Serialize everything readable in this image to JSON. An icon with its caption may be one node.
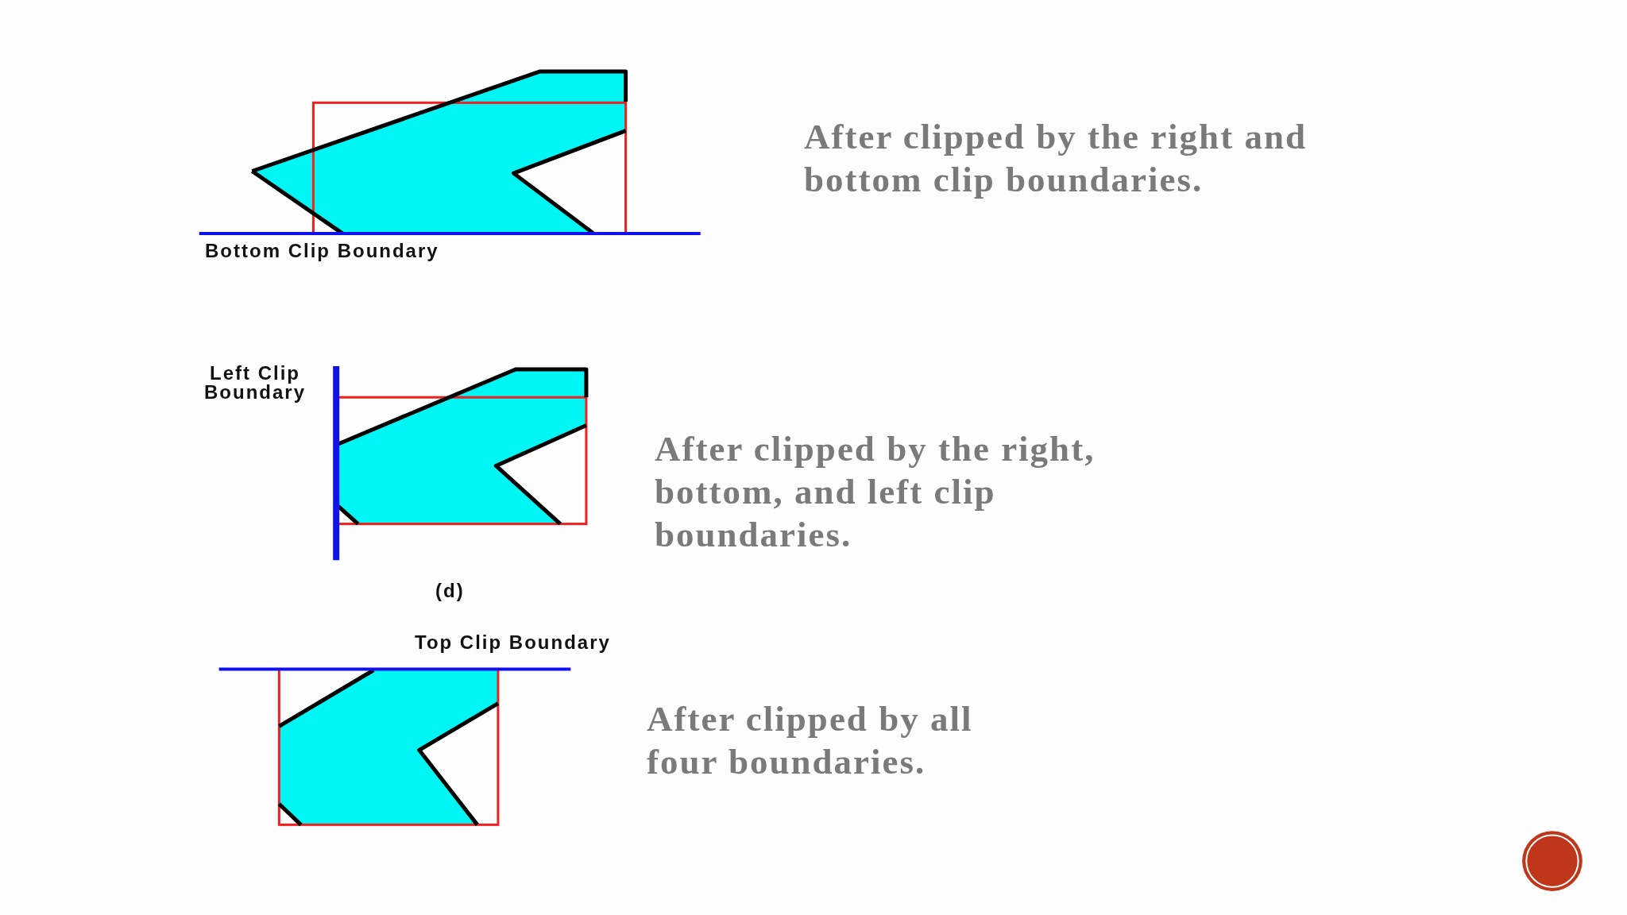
{
  "diagram": {
    "labels": [
      "After clipped by the right and bottom clip boundaries.",
      "Bottom Clip Boundary",
      "Left Clip Boundary",
      "After clipped by the right, bottom, and left clip boundaries.",
      "(d)",
      "Top Clip Boundary",
      "After clipped by all four boundaries."
    ]
  }
}
